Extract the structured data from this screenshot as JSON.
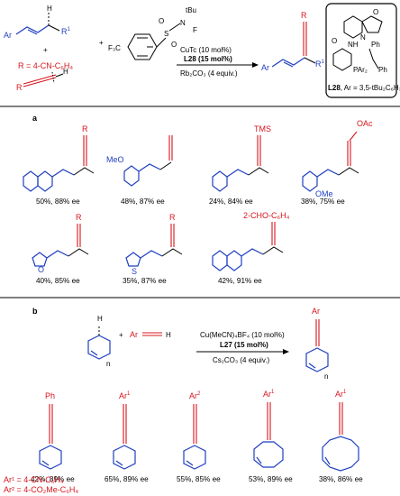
{
  "header": {
    "cond_line1": "CuTc (10 mol%)",
    "cond_line2": "L28 (15 mol%)",
    "cond_line3": "Rb₂CO₃ (4 equiv.)",
    "r_def": "R = 4-CN-C₆H₄",
    "sub_H": "H",
    "sub_R": "R",
    "sub_R1": "R",
    "sub_R1_sup": "1",
    "sub_Ar": "Ar",
    "plus1": "+",
    "plus2": "+",
    "reagent_tBu": "tBu",
    "reagent_N": "N",
    "reagent_F": "F",
    "reagent_S": "S",
    "reagent_O": "O",
    "reagent_CF3": "F₃C",
    "prod_R": "R",
    "prod_Ar": "Ar",
    "prod_R1": "R",
    "prod_R1_sup": "1"
  },
  "ligand": {
    "nh": "NH",
    "o_amide": "O",
    "pAr2": "PAr₂",
    "o_ring": "O",
    "n_ring": "N",
    "ph1": "Ph",
    "ph2": "Ph",
    "caption_label": "L28",
    "caption_rest": ", Ar = 3,5-tBu₂C₆H₃"
  },
  "section_a": {
    "label": "a",
    "items": [
      {
        "group": "R",
        "yield": "50%, 88% ee"
      },
      {
        "group": "MeO",
        "yield": "48%, 87% ee"
      },
      {
        "group": "TMS",
        "yield": "24%, 84% ee"
      },
      {
        "group": "OAc",
        "sub": "OMe",
        "yield": "38%, 75% ee"
      },
      {
        "group": "R",
        "hetero": "O",
        "yield": "40%, 85% ee"
      },
      {
        "group": "R",
        "hetero": "S",
        "yield": "35%, 87% ee"
      },
      {
        "group": "2-CHO-C₆H₄",
        "yield": "42%, 91% ee"
      }
    ]
  },
  "section_b": {
    "label": "b",
    "plus": "+",
    "ar": "Ar",
    "h": "H",
    "n": "n",
    "cond_line1": "Cu(MeCN)₄BF₄ (10 mol%)",
    "cond_line2": "L27 (15 mol%)",
    "cond_line3": "Cs₂CO₃ (4 equiv.)",
    "prod_ar": "Ar",
    "prod_n": "n",
    "items": [
      {
        "group": "Ph",
        "yield": "42%, 89% ee"
      },
      {
        "group": "Ar",
        "sup": "1",
        "yield": "65%, 89% ee"
      },
      {
        "group": "Ar",
        "sup": "2",
        "yield": "55%, 85% ee"
      },
      {
        "group": "Ar",
        "sup": "1",
        "yield": "53%, 89% ee"
      },
      {
        "group": "Ar",
        "sup": "1",
        "yield": "38%, 86% ee"
      }
    ],
    "footnote1": "Ar¹ = 4-CN-C₆H₄",
    "footnote2": "Ar² = 4-CO₂Me-C₆H₄"
  }
}
